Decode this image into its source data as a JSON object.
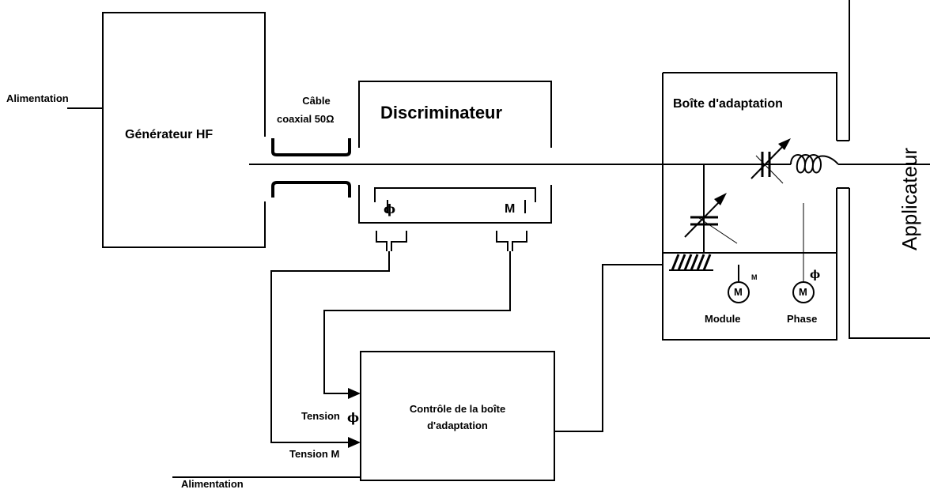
{
  "labels": {
    "alimentation_top": "Alimentation",
    "generateur": "Générateur HF",
    "cable_line1": "Câble",
    "cable_line2": "coaxial 50Ω",
    "discriminateur": "Discriminateur",
    "phi_symbol": "ϕ",
    "m_symbol": "M",
    "boite": "Boîte d'adaptation",
    "applicateur": "Applicateur",
    "motor_m": "M",
    "module": "Module",
    "phase": "Phase",
    "controle_line1": "Contrôle de la boîte",
    "controle_line2": "d'adaptation",
    "tension_phi": "Tension",
    "tension_phi_symbol": "ϕ",
    "tension_m": "Tension M",
    "alimentation_bottom": "Alimentation"
  }
}
